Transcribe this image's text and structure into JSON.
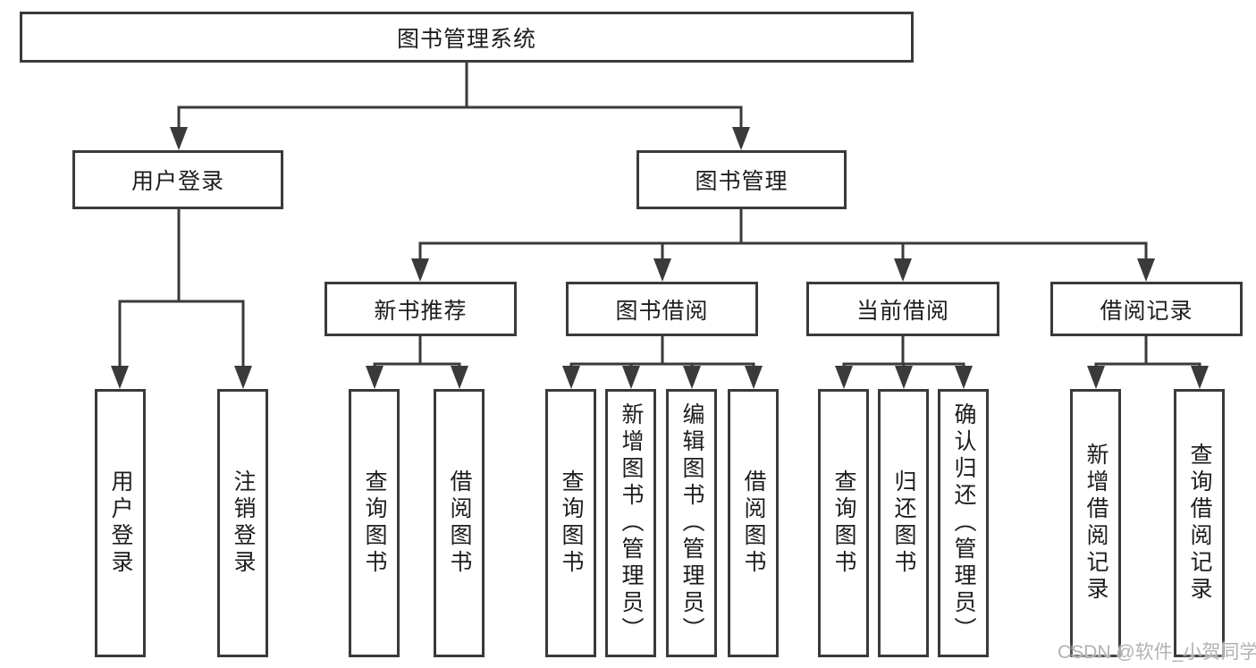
{
  "title": "图书管理系统",
  "tree": {
    "label": "图书管理系统",
    "children": [
      {
        "label": "用户登录",
        "children": [
          {
            "label": "用户登录"
          },
          {
            "label": "注销登录"
          }
        ]
      },
      {
        "label": "图书管理",
        "children": [
          {
            "label": "新书推荐",
            "children": [
              {
                "label": "查询图书"
              },
              {
                "label": "借阅图书"
              }
            ]
          },
          {
            "label": "图书借阅",
            "children": [
              {
                "label": "查询图书"
              },
              {
                "label": "新增图书（管理员）"
              },
              {
                "label": "编辑图书（管理员）"
              },
              {
                "label": "借阅图书"
              }
            ]
          },
          {
            "label": "当前借阅",
            "children": [
              {
                "label": "查询图书"
              },
              {
                "label": "归还图书"
              },
              {
                "label": "确认归还（管理员）"
              }
            ]
          },
          {
            "label": "借阅记录",
            "children": [
              {
                "label": "新增借阅记录"
              },
              {
                "label": "查询借阅记录"
              }
            ]
          }
        ]
      }
    ]
  },
  "watermark": {
    "text": "CSDN @软件_小贺同学"
  },
  "colors": {
    "background": "#ffffff",
    "box_fill": "#ffffff",
    "border": "#3a3a3a",
    "line": "#3a3a3a",
    "text": "#1d1d1d",
    "watermark": "#b2b2b2"
  }
}
